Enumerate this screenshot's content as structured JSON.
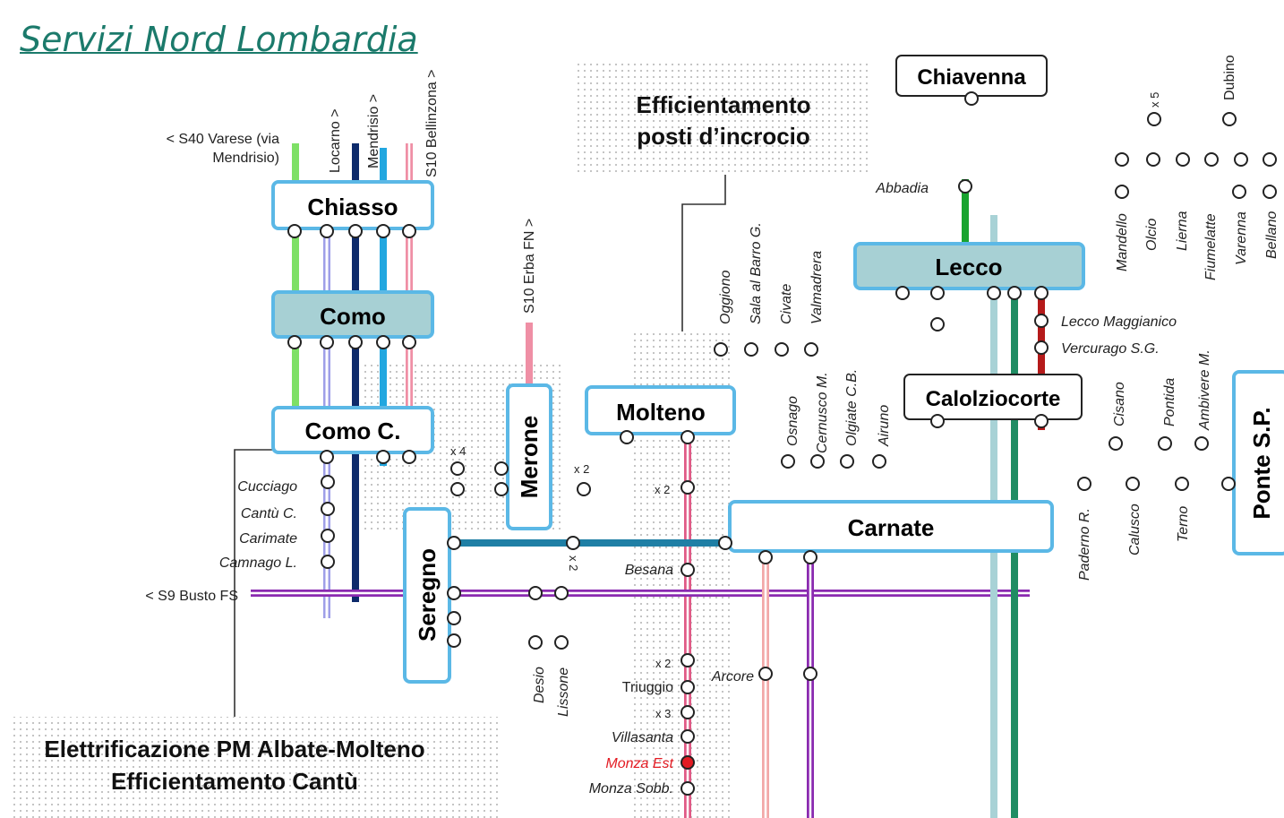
{
  "title": "Servizi Nord Lombardia",
  "hubs": {
    "chiasso": "Chiasso",
    "como": "Como",
    "como_c": "Como C.",
    "merone": "Merone",
    "molteno": "Molteno",
    "seregno": "Seregno",
    "lecco": "Lecco",
    "calolziocorte": "Calolziocorte",
    "carnate": "Carnate",
    "chiavenna": "Chiavenna",
    "ponte_sp": "Ponte S.P."
  },
  "notes": {
    "incrocio_line1": "Efficientamento",
    "incrocio_line2": "posti d’incrocio",
    "elettrif_line1": "Elettrificazione PM Albate-Molteno",
    "elettrif_line2": "Efficientamento Cantù"
  },
  "direction_labels": {
    "s40_line1": "< S40 Varese (via",
    "s40_line2": "Mendrisio)",
    "locarno": "Locarno >",
    "mendrisio": "Mendrisio >",
    "bellinzona": "S10 Bellinzona >",
    "erba": "S10 Erba FN >",
    "busto": "< S9 Busto FS"
  },
  "stations": {
    "cucciago": "Cucciago",
    "cantu": "Cantù C.",
    "carimate": "Carimate",
    "camnago": "Camnago L.",
    "desio": "Desio",
    "lissone": "Lissone",
    "besana": "Besana",
    "triuggio": "Triuggio",
    "villasanta": "Villasanta",
    "monza_est": "Monza Est",
    "monza_sobb": "Monza Sobb.",
    "arcore": "Arcore",
    "oggiono": "Oggiono",
    "sala": "Sala al Barro G.",
    "civate": "Civate",
    "valmadrera": "Valmadrera",
    "osnago": "Osnago",
    "cernusco": "Cernusco M.",
    "olgiate": "Olgiate C.B.",
    "airuno": "Airuno",
    "abbadia": "Abbadia",
    "mandello": "Mandello",
    "olcio": "Olcio",
    "lierna": "Lierna",
    "fiumelatte": "Fiumelatte",
    "varenna": "Varenna",
    "bellano": "Bellano",
    "dubino": "Dubino",
    "lecco_maggianico": "Lecco Maggianico",
    "vercurago": "Vercurago S.G.",
    "cisano": "Cisano",
    "pontida": "Pontida",
    "ambivere": "Ambivere M.",
    "paderno": "Paderno R.",
    "calusco": "Calusco",
    "terno": "Terno"
  },
  "multipliers": {
    "x4": "x 4",
    "x2_merone": "x 2",
    "x2_molteno": "x 2",
    "x2_seregno": "x 2",
    "x2_triuggio": "x 2",
    "x3": "x 3",
    "x5": "x 5"
  },
  "colors": {
    "title": "#1b7a6b",
    "hub_fill": "#ffffff",
    "hub_fill_highlight": "#a7d0d4",
    "hub_border": "#5bb8e6",
    "highlight_station": "#e31b23",
    "line_green_light": "#7ee066",
    "line_lavender": "#9f9fe8",
    "line_navy": "#0d2a6b",
    "line_blue": "#22a7e0",
    "line_pink": "#ef8fa5",
    "line_teal": "#1f7fa5",
    "line_purple": "#8a2ab0",
    "line_red": "#b51a1a",
    "line_green": "#19a32f",
    "line_lightblue": "#a8d2d6",
    "line_darkgreen": "#1f8c63",
    "line_grey": "#666666",
    "line_salmon": "#f2a9a9"
  }
}
